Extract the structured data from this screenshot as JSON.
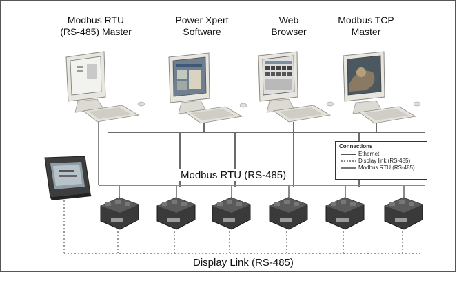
{
  "devices": [
    {
      "label_line1": "Modbus RTU",
      "label_line2": "(RS-485) Master"
    },
    {
      "label_line1": "Power Xpert",
      "label_line2": "Software"
    },
    {
      "label_line1": "Web",
      "label_line2": "Browser"
    },
    {
      "label_line1": "Modbus TCP",
      "label_line2": "Master"
    }
  ],
  "buses": {
    "modbus_rtu": "Modbus RTU (RS-485)",
    "display_link": "Display Link (RS-485)"
  },
  "legend": {
    "title": "Connections",
    "items": [
      {
        "label": "Ethernet",
        "color": "#555555"
      },
      {
        "label": "Display link (RS-485)",
        "color": "#888888"
      },
      {
        "label": "Modbus RTU (RS-485)",
        "color": "#777777"
      }
    ]
  },
  "colors": {
    "ethernet_line": "#6b6b6b",
    "rtu_line": "#8a8a8a",
    "display_link_line": "#9a9a9a"
  }
}
